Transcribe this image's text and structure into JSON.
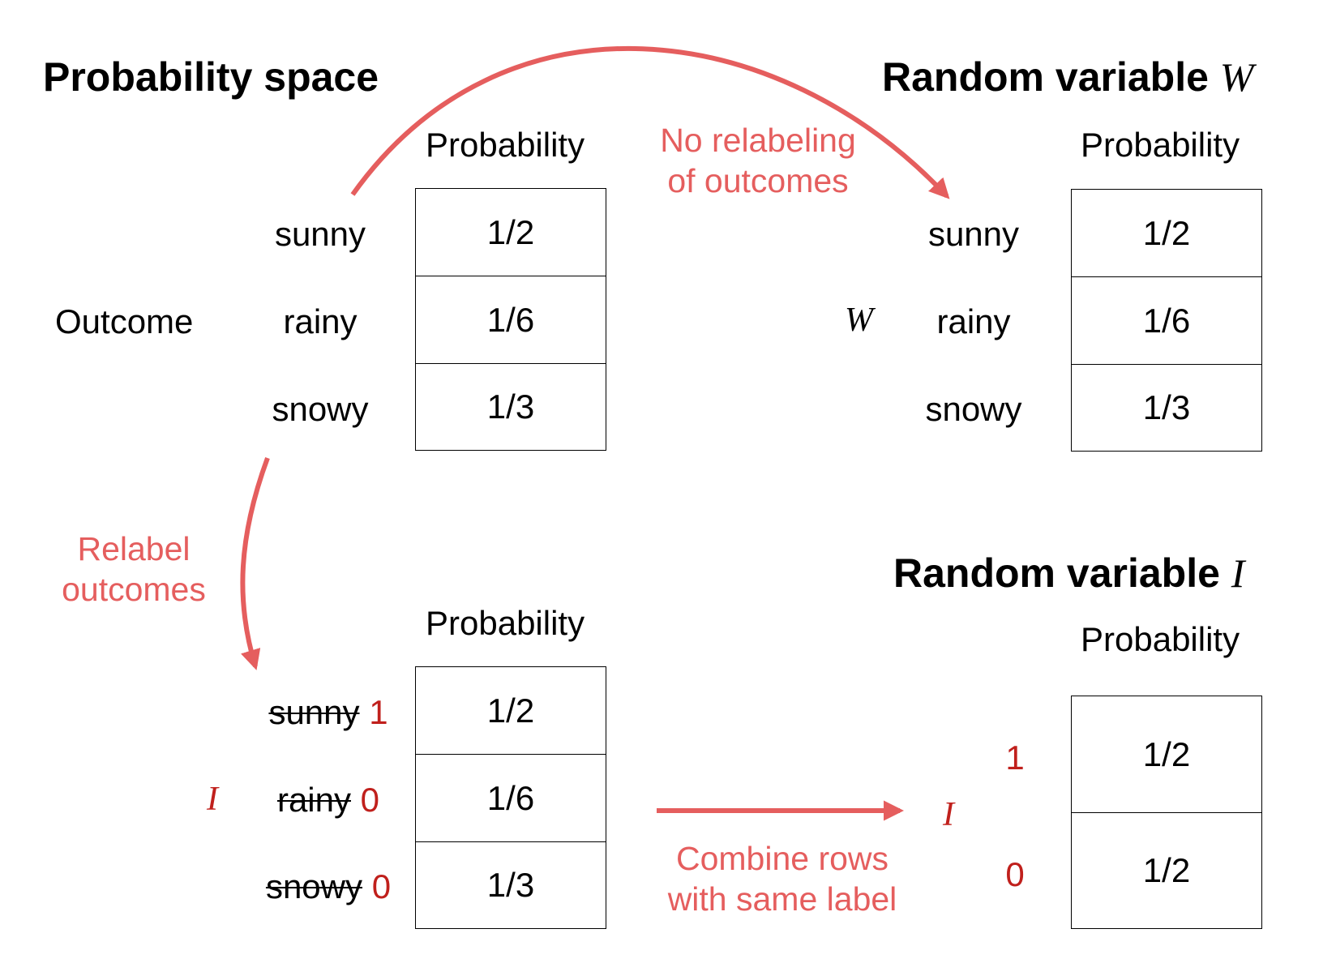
{
  "colors": {
    "arrow": "#e55e5e",
    "note": "#e55e5e",
    "label": "#c0201c",
    "line": "#000000"
  },
  "top_left": {
    "title": "Probability space",
    "column_header": "Probability",
    "side_label": "Outcome",
    "rows": [
      {
        "outcome": "sunny",
        "prob": "1/2"
      },
      {
        "outcome": "rainy",
        "prob": "1/6"
      },
      {
        "outcome": "snowy",
        "prob": "1/3"
      }
    ]
  },
  "top_right": {
    "title": "Random variable ",
    "title_var": "W",
    "column_header": "Probability",
    "side_label": "W",
    "rows": [
      {
        "outcome": "sunny",
        "prob": "1/2"
      },
      {
        "outcome": "rainy",
        "prob": "1/6"
      },
      {
        "outcome": "snowy",
        "prob": "1/3"
      }
    ]
  },
  "bottom_left": {
    "column_header": "Probability",
    "side_label": "I",
    "rows": [
      {
        "outcome": "sunny",
        "new_label": "1",
        "prob": "1/2"
      },
      {
        "outcome": "rainy",
        "new_label": "0",
        "prob": "1/6"
      },
      {
        "outcome": "snowy",
        "new_label": "0",
        "prob": "1/3"
      }
    ]
  },
  "bottom_right": {
    "title": "Random variable ",
    "title_var": "I",
    "column_header": "Probability",
    "side_label": "I",
    "rows": [
      {
        "value": "1",
        "prob": "1/2"
      },
      {
        "value": "0",
        "prob": "1/2"
      }
    ]
  },
  "notes": {
    "no_relabel": [
      "No relabeling",
      "of outcomes"
    ],
    "relabel": [
      "Relabel",
      "outcomes"
    ],
    "combine": [
      "Combine rows",
      "with same label"
    ]
  }
}
